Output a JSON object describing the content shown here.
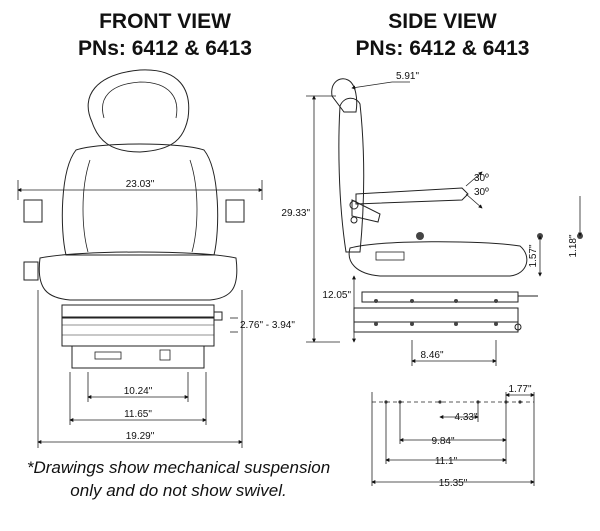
{
  "front_view": {
    "title_line1": "FRONT VIEW",
    "title_line2": "PNs: 6412 & 6413",
    "dimensions": {
      "seat_width": "23.03\"",
      "suspension_height": "2.76\" - 3.94\"",
      "mount_inner": "10.24\"",
      "mount_outer": "11.65\"",
      "overall_width": "19.29\""
    }
  },
  "side_view": {
    "title_line1": "SIDE VIEW",
    "title_line2": "PNs: 6412 & 6413",
    "dimensions": {
      "headrest_depth": "5.91\"",
      "angle_up": "30º",
      "angle_down": "30º",
      "overall_height": "29.33\"",
      "cushion_front": "1.57\"",
      "cushion_rear": "1.18\"",
      "seat_height": "12.05\"",
      "rail_spacing": "8.46\"",
      "slot_a": "1.77\"",
      "slot_b": "4.33\"",
      "slot_c": "9.84\"",
      "slot_d": "11.1\"",
      "overall_depth": "15.35\""
    }
  },
  "footnote": {
    "line1": "*Drawings show mechanical suspension",
    "line2": "only and do not show swivel."
  }
}
